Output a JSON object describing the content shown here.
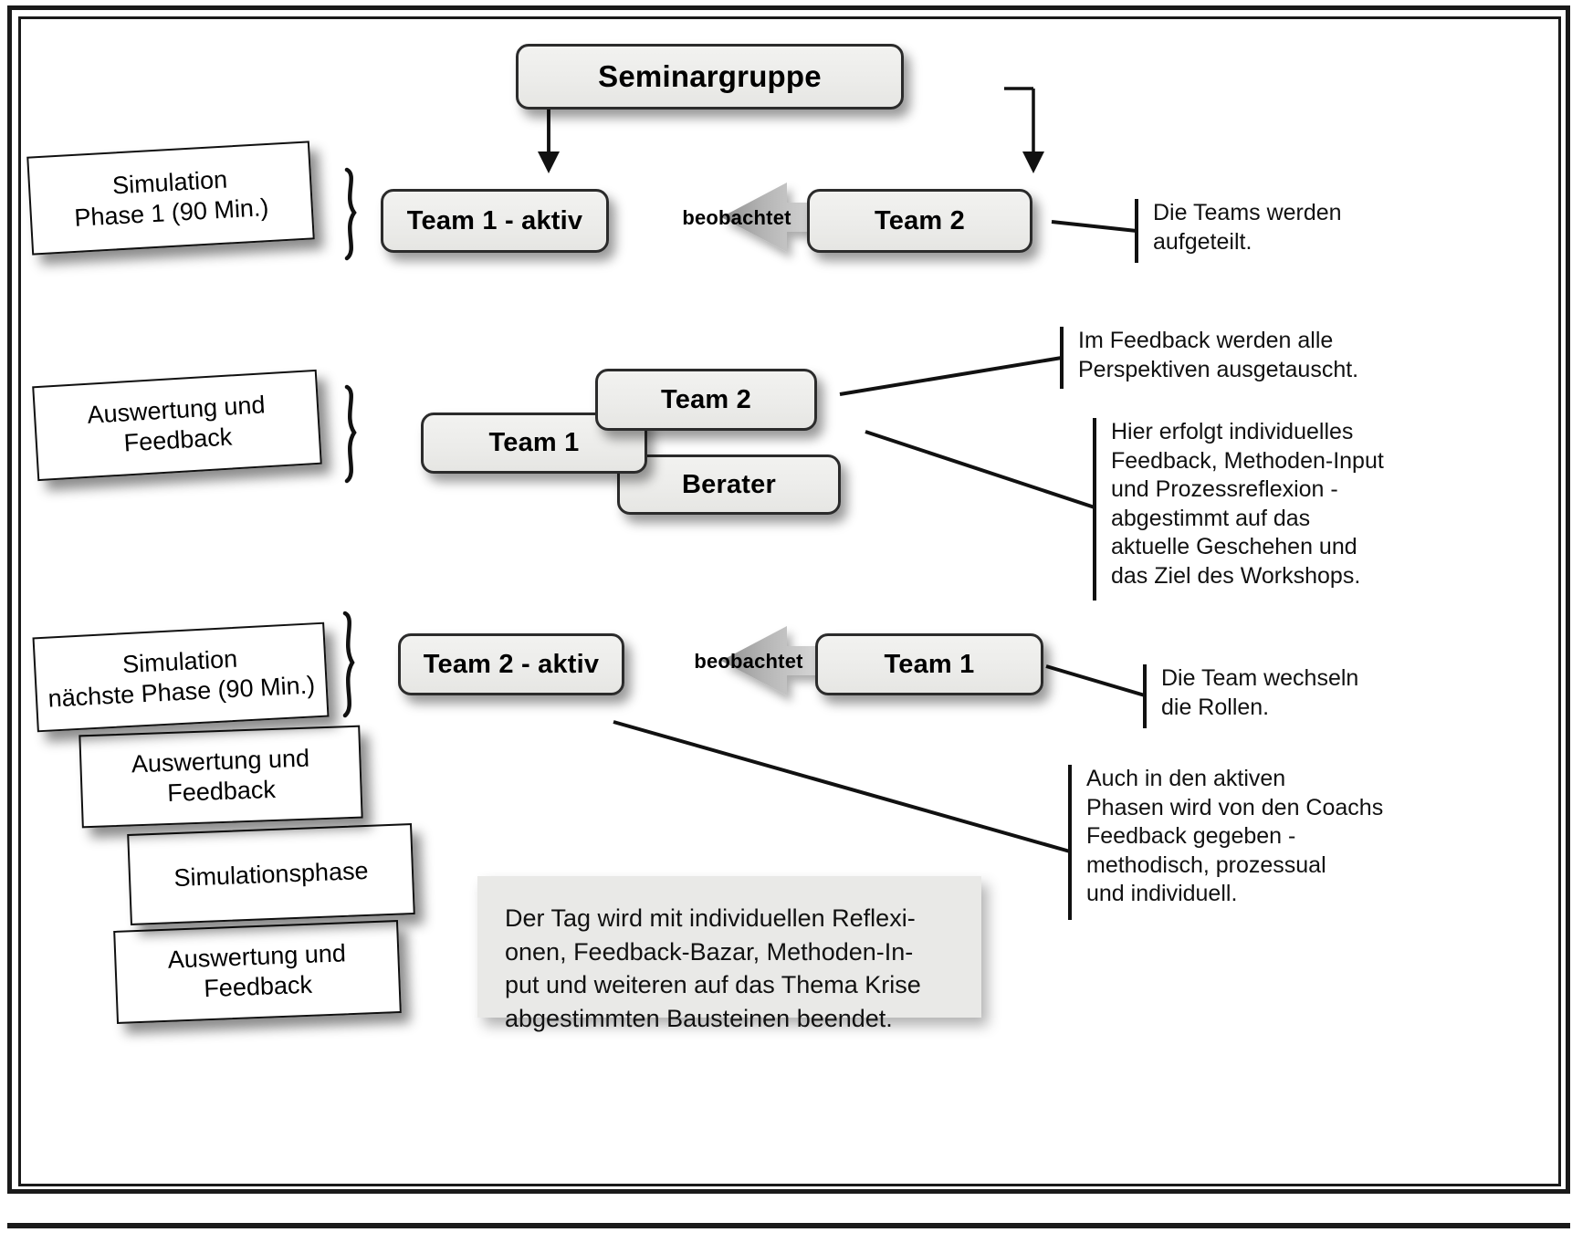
{
  "diagram": {
    "title_box": {
      "label": "Seminargruppe"
    },
    "phase1": {
      "phase_card": "Simulation\nPhase 1 (90 Min.)",
      "phase_card_line1": "Simulation",
      "phase_card_line2": "Phase 1 (90 Min.)",
      "active_team": "Team 1 - aktiv",
      "observer_team": "Team 2",
      "arrow_label": "beobachtet",
      "annotation": "Die Teams werden\naufgeteilt.",
      "annotation_line1": "Die Teams werden",
      "annotation_line2": "aufgeteilt."
    },
    "evaluation": {
      "phase_card_line1": "Auswertung und",
      "phase_card_line2": "Feedback",
      "box_team1": "Team 1",
      "box_team2": "Team 2",
      "box_berater": "Berater",
      "annotation_top_line1": "Im Feedback werden alle",
      "annotation_top_line2": "Perspektiven ausgetauscht.",
      "annotation_bottom_line1": "Hier erfolgt individuelles",
      "annotation_bottom_line2": "Feedback, Methoden-Input",
      "annotation_bottom_line3": "und Prozessreflexion -",
      "annotation_bottom_line4": "abgestimmt auf das",
      "annotation_bottom_line5": "aktuelle Geschehen und",
      "annotation_bottom_line6": "das Ziel des Workshops."
    },
    "phase2": {
      "phase_card_line1": "Simulation",
      "phase_card_line2": "nächste Phase (90 Min.)",
      "active_team": "Team 2 - aktiv",
      "observer_team": "Team 1",
      "arrow_label": "beobachtet",
      "annotation_line1": "Die Team wechseln",
      "annotation_line2": "die Rollen.",
      "coach_annotation_line1": "Auch in den aktiven",
      "coach_annotation_line2": "Phasen wird von den Coachs",
      "coach_annotation_line3": "Feedback gegeben -",
      "coach_annotation_line4": "methodisch, prozessual",
      "coach_annotation_line5": "und individuell."
    },
    "stack_cards": [
      {
        "line1": "Auswertung und",
        "line2": "Feedback"
      },
      {
        "line1": "Simulationsphase",
        "line2": ""
      },
      {
        "line1": "Auswertung und",
        "line2": "Feedback"
      }
    ],
    "note_box": {
      "line1": "Der Tag wird mit individuellen Reflexi-",
      "line2": "onen, Feedback-Bazar, Methoden-In-",
      "line3": "put und weiteren auf das Thema Krise",
      "line4": "abgestimmten Bausteinen beendet."
    },
    "colors": {
      "box_fill": "#ececea",
      "box_border": "#2b2b2b",
      "note_fill": "#e9e9e7",
      "line": "#111111",
      "arrow_dark": "#9a9a9a",
      "arrow_light": "#f4f4f4"
    }
  }
}
